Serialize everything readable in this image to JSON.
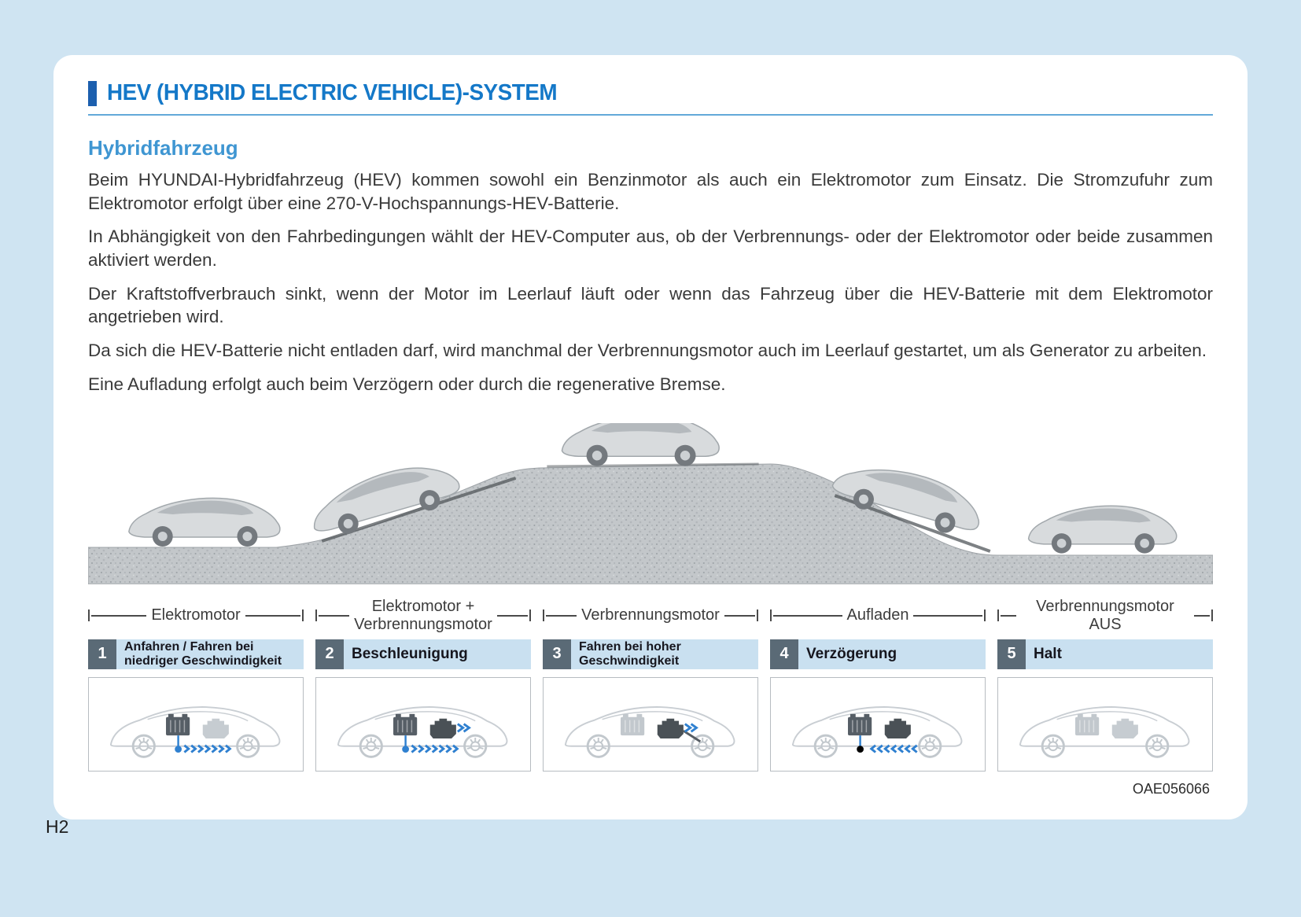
{
  "header": {
    "title": "HEV (HYBRID ELECTRIC VEHICLE)-SYSTEM"
  },
  "section": {
    "heading": "Hybridfahrzeug",
    "paragraphs": [
      "Beim HYUNDAI-Hybridfahrzeug (HEV) kommen sowohl ein Benzinmotor als auch ein Elektromotor zum Einsatz. Die Stromzufuhr zum Elektromotor erfolgt über eine 270-V-Hochspannungs-HEV-Batterie.",
      "In Abhängigkeit von den Fahrbedingungen wählt der HEV-Computer aus, ob der Verbrennungs- oder der Elektromotor oder beide zusammen aktiviert werden.",
      "Der Kraftstoffverbrauch sinkt, wenn der Motor im Leerlauf läuft oder wenn das Fahrzeug über die HEV-Batterie mit dem Elektromotor angetrieben wird.",
      "Da sich die HEV-Batterie nicht entladen darf, wird manchmal der Verbrennungsmotor auch im Leerlauf gestartet, um als Generator zu arbeiten.",
      "Eine Aufladung erfolgt auch beim Verzögern oder durch die regenerative Bremse."
    ]
  },
  "phases": [
    {
      "label": "Elektromotor"
    },
    {
      "label": "Elektromotor +\nVerbrennungsmotor"
    },
    {
      "label": "Verbrennungsmotor"
    },
    {
      "label": "Aufladen"
    },
    {
      "label": "Verbrennungsmotor AUS"
    }
  ],
  "steps": [
    {
      "num": "1",
      "label": "Anfahren / Fahren bei\nniedriger Geschwindigkeit",
      "power_flow": "battery-to-wheels"
    },
    {
      "num": "2",
      "label": "Beschleunigung",
      "power_flow": "battery-and-engine-to-wheels"
    },
    {
      "num": "3",
      "label": "Fahren bei hoher\nGeschwindigkeit",
      "power_flow": "engine-to-wheels"
    },
    {
      "num": "4",
      "label": "Verzögerung",
      "power_flow": "wheels-to-battery-regeneration"
    },
    {
      "num": "5",
      "label": "Halt",
      "power_flow": "none"
    }
  ],
  "footer": {
    "image_code": "OAE056066",
    "page_number": "H2"
  },
  "colors": {
    "page_background": "#cfe4f2",
    "title_blue": "#1478c8",
    "heading_blue": "#3f96d2",
    "accent_bar": "#1c5fae",
    "strip_blue": "#c9e0f0",
    "badge_slate": "#5a6a76",
    "flow_arrow_blue": "#2f80d0"
  }
}
